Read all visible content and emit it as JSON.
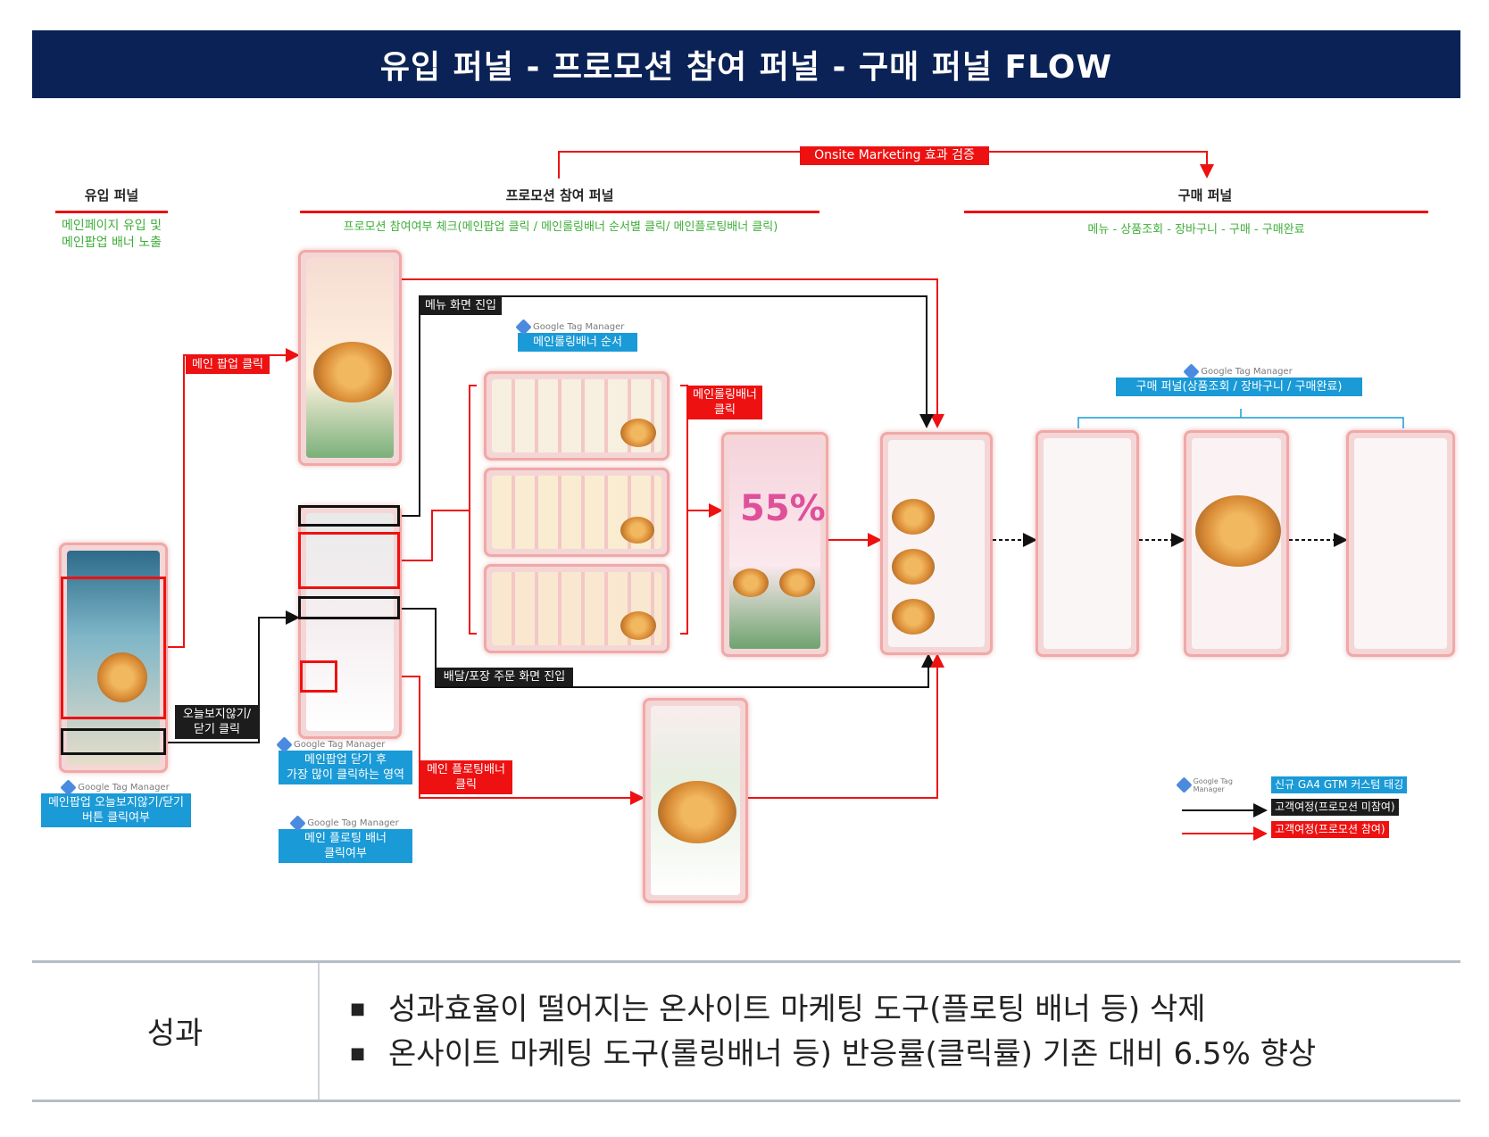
{
  "title": "유입 퍼널 - 프로모션 참여 퍼널 - 구매 퍼널 FLOW",
  "onsite_label": "Onsite Marketing 효과 검증",
  "funnels": {
    "inflow": {
      "title": "유입 퍼널",
      "desc1": "메인페이지 유입 및",
      "desc2": "메인팝업 배너 노출"
    },
    "promo": {
      "title": "프로모션 참여 퍼널",
      "desc": "프로모션 참여여부 체크(메인팝업 클릭 / 메인롤링배너 순서별 클릭/ 메인플로팅배너 클릭)"
    },
    "purchase": {
      "title": "구매 퍼널",
      "desc": "메뉴 - 상품조회 - 장바구니 - 구매 - 구매완료"
    }
  },
  "labels": {
    "main_popup_click": "메인 팝업 클릭",
    "menu_enter": "메뉴 화면 진입",
    "rolling_click_1": "메인롤링배너",
    "rolling_click_2": "클릭",
    "close_click_1": "오늘보지않기/",
    "close_click_2": "닫기 클릭",
    "delivery_enter": "배달/포장 주문 화면 진입",
    "floating_click_1": "메인 플로팅배너",
    "floating_click_2": "클릭"
  },
  "gtm": {
    "brand": "Google Tag Manager",
    "rolling_order": "메인롤링배너 순서",
    "purchase_tags": "구매 퍼널(상품조회 / 장바구니 / 구매완료)",
    "popup_close_1": "메인팝업 닫기 후",
    "popup_close_2": "가장 많이 클릭하는 영역",
    "popup_today_1": "메인팝업 오늘보지않기/닫기",
    "popup_today_2": "버튼 클릭여부",
    "floating_1": "메인 플로팅 배너",
    "floating_2": "클릭여부"
  },
  "promo_screen_text": "55%",
  "legend": {
    "gtm": "신규 GA4 GTM 커스텀 태깅",
    "black": "고객여정(프로모션 미참여)",
    "red": "고객여정(프로모션 참여)"
  },
  "results": {
    "label": "성과",
    "bullets": [
      "성과효율이 떨어지는 온사이트 마케팅 도구(플로팅 배너 등) 삭제",
      "온사이트 마케팅 도구(롤링배너 등) 반응률(클릭률) 기존 대비 6.5% 향상"
    ],
    "bullet_mark": "■"
  },
  "colors": {
    "navy": "#0b2256",
    "red": "#ee1111",
    "blue": "#1a9ad6",
    "green": "#3fae3a",
    "black": "#1c1c1c"
  }
}
